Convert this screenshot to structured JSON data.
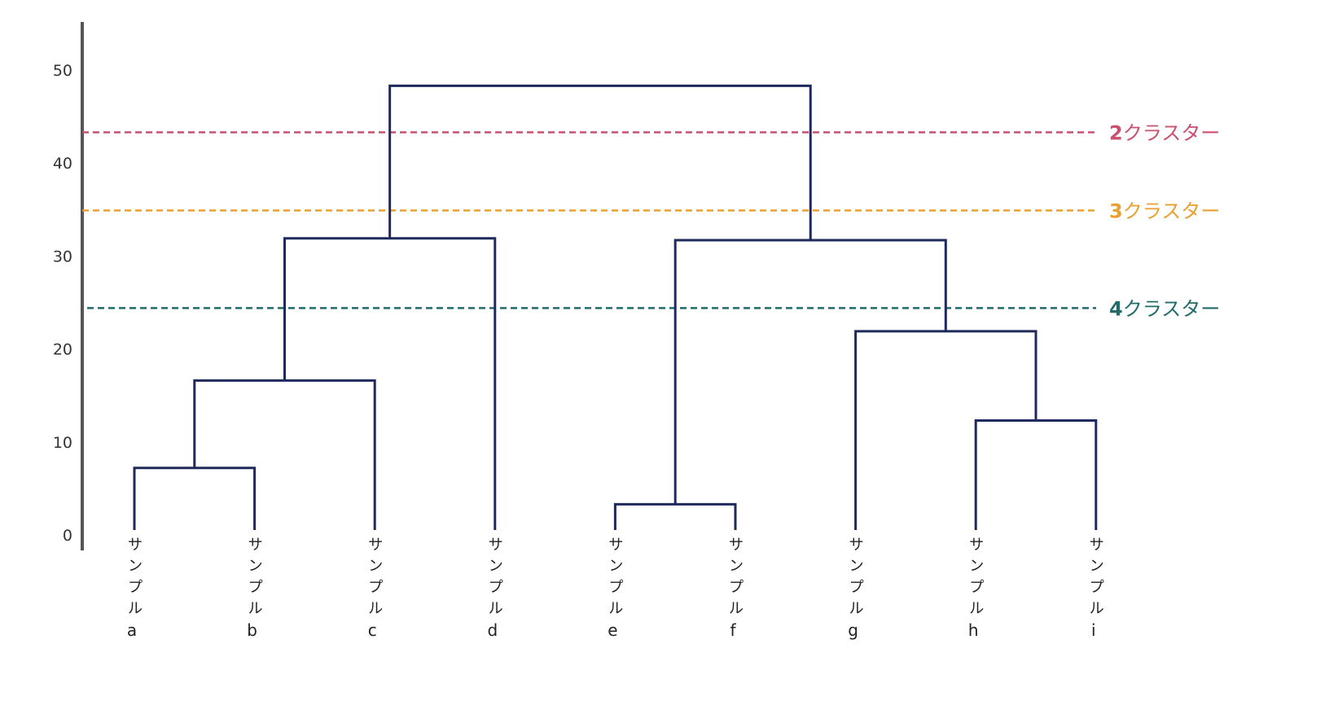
{
  "chart_data": {
    "type": "dendrogram",
    "title": "",
    "xlabel": "",
    "ylabel": "",
    "ylim": [
      0,
      55
    ],
    "yticks": [
      "0",
      "10",
      "20",
      "30",
      "40",
      "50"
    ],
    "leaves": [
      {
        "chars": [
          "サ",
          "ン",
          "プ",
          "ル"
        ],
        "letter": "a"
      },
      {
        "chars": [
          "サ",
          "ン",
          "プ",
          "ル"
        ],
        "letter": "b"
      },
      {
        "chars": [
          "サ",
          "ン",
          "プ",
          "ル"
        ],
        "letter": "c"
      },
      {
        "chars": [
          "サ",
          "ン",
          "プ",
          "ル"
        ],
        "letter": "d"
      },
      {
        "chars": [
          "サ",
          "ン",
          "プ",
          "ル"
        ],
        "letter": "e"
      },
      {
        "chars": [
          "サ",
          "ン",
          "プ",
          "ル"
        ],
        "letter": "f"
      },
      {
        "chars": [
          "サ",
          "ン",
          "プ",
          "ル"
        ],
        "letter": "g"
      },
      {
        "chars": [
          "サ",
          "ン",
          "プ",
          "ル"
        ],
        "letter": "h"
      },
      {
        "chars": [
          "サ",
          "ン",
          "プ",
          "ル"
        ],
        "letter": "i"
      }
    ],
    "merges": [
      {
        "id": "ab",
        "left": "a",
        "right": "b",
        "height": 7.2
      },
      {
        "id": "abc",
        "left": "ab",
        "right": "c",
        "height": 16.6
      },
      {
        "id": "abcd",
        "left": "abc",
        "right": "d",
        "height": 31.9
      },
      {
        "id": "ef",
        "left": "e",
        "right": "f",
        "height": 3.3
      },
      {
        "id": "hi",
        "left": "h",
        "right": "i",
        "height": 12.3
      },
      {
        "id": "ghi",
        "left": "g",
        "right": "hi",
        "height": 21.9
      },
      {
        "id": "efghi",
        "left": "ef",
        "right": "ghi",
        "height": 31.7
      },
      {
        "id": "root",
        "left": "abcd",
        "right": "efghi",
        "height": 48.3
      }
    ],
    "cut_lines": [
      {
        "number": "2",
        "label": "クラスター",
        "height": 43.3,
        "color": "#c9506e"
      },
      {
        "number": "3",
        "label": "クラスター",
        "height": 34.9,
        "color": "#e8a030"
      },
      {
        "number": "4",
        "label": "クラスター",
        "height": 24.4,
        "color": "#236b6b"
      }
    ],
    "colors": {
      "tree": "#1f2a5c",
      "axis": "#555555"
    }
  }
}
